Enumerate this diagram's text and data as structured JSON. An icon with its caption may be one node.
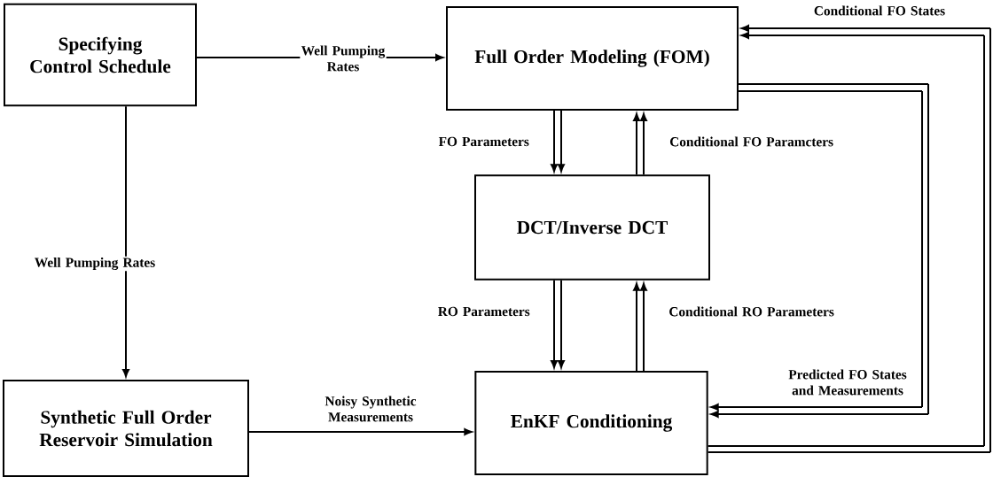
{
  "diagram": {
    "nodes": [
      {
        "text": [
          "Specifying Control Schedule"
        ]
      },
      {
        "text": [
          "Full Order Modeling (FOM)"
        ]
      },
      {
        "text": [
          "DCT/Inverse DCT"
        ]
      },
      {
        "text": [
          "Synthetic Full Order Reservoir Simulation"
        ]
      },
      {
        "text": [
          "EnKF Conditioning"
        ]
      }
    ],
    "edges": [
      {
        "from": 0,
        "to": 1,
        "arrow": "to",
        "label": "Well Pumping Rates"
      },
      {
        "from": 0,
        "to": 3,
        "arrow": "to",
        "label": "Well Pumping Rates"
      },
      {
        "from": 3,
        "to": 4,
        "arrow": "to",
        "label": "Noisy Synthetic Measurements"
      },
      {
        "from": 1,
        "to": 2,
        "arrow": "to",
        "label": "FO Parameters"
      },
      {
        "from": 2,
        "to": 1,
        "arrow": "to",
        "label": "Conditional FO Paramcters"
      },
      {
        "from": 2,
        "to": 4,
        "arrow": "to",
        "label": "RO Parameters"
      },
      {
        "from": 4,
        "to": 2,
        "arrow": "to",
        "label": "Conditional RO Parameters"
      },
      {
        "from": 1,
        "to": 4,
        "arrow": "to",
        "label": "Predicted FO States and Measurements"
      },
      {
        "from": 4,
        "to": 1,
        "arrow": "to",
        "label": "Conditional FO States"
      }
    ]
  }
}
